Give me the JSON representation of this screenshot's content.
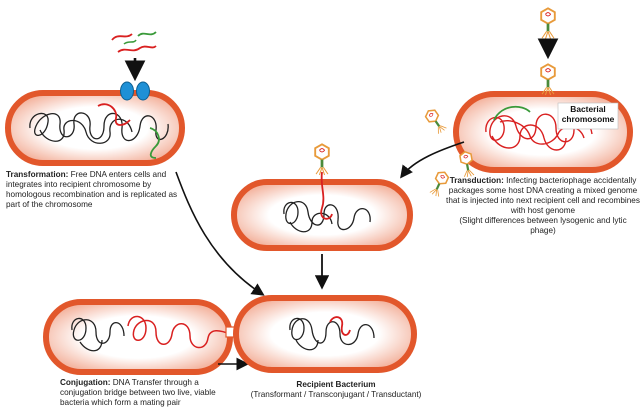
{
  "figure": {
    "transformation": {
      "title": "Transformation:",
      "body": "Free DNA enters cells and integrates into recipient chromosome by homologous recombination and is replicated as part of the chromosome"
    },
    "transduction": {
      "title": "Transduction:",
      "body": "Infecting bacteriophage accidentally packages some host DNA creating a mixed genome that is injected into next recipient cell and recombines with host genome",
      "note": "(Slight differences between lysogenic and lytic phage)"
    },
    "bacterial_chromosome_label": "Bacterial chromosome",
    "conjugation": {
      "title": "Conjugation:",
      "body": "DNA Transfer through a conjugation bridge between two live, viable bacteria which form a mating pair"
    },
    "recipient": {
      "title": "Recipient Bacterium",
      "subtitle": "(Transformant / Transconjugant / Transductant)"
    }
  },
  "colors": {
    "cell_outline": "#e2572b",
    "cell_fill_inner": "#ffffff",
    "cell_fill_outer": "#f4b7a3",
    "host_dna": "#222222",
    "donor_dna": "#d92020",
    "green_dna": "#3a9a3a",
    "receptor": "#1e90d6",
    "phage_head": "#e89a3a",
    "phage_tail": "#4a8a3a"
  }
}
